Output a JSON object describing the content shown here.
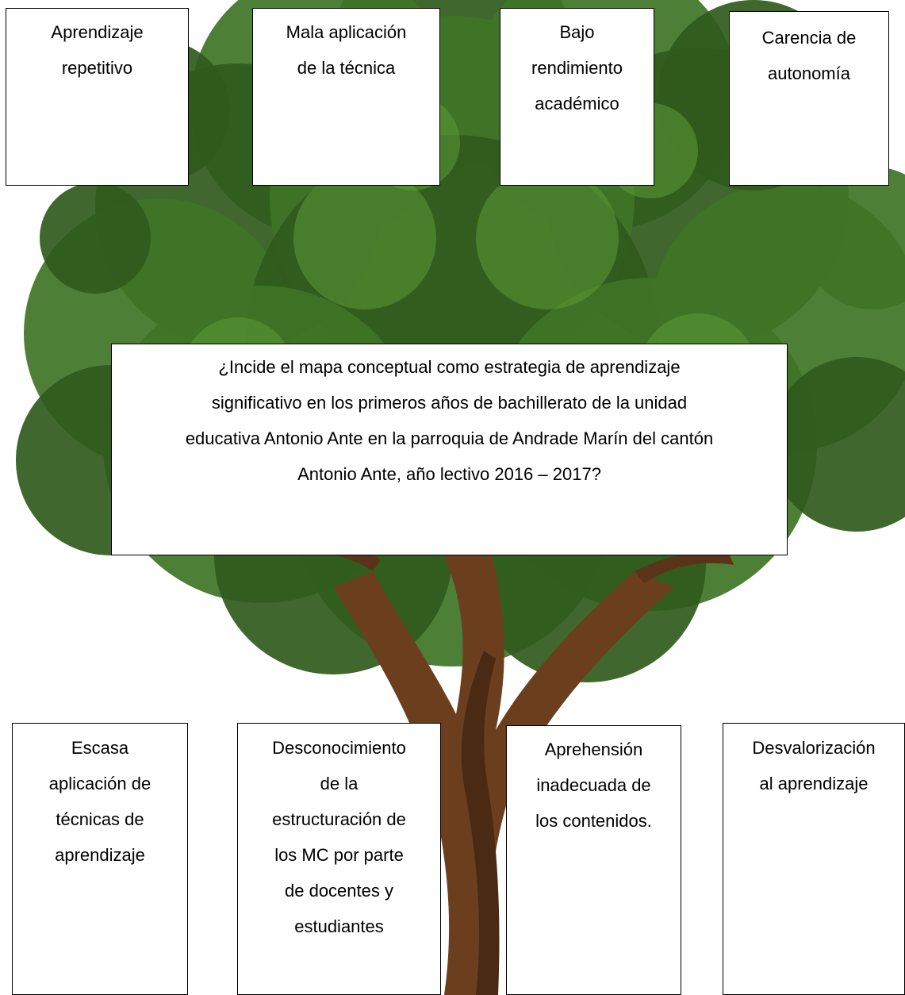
{
  "colors": {
    "foliage_dark": "#2f5a1c",
    "foliage_mid": "#3f7426",
    "foliage_light": "#5c9a36",
    "trunk": "#6b3f1e",
    "trunk_shadow": "#4a2a12",
    "box_border": "#000000",
    "box_fill": "#ffffff"
  },
  "effects": [
    {
      "text": "Aprendizaje\nrepetitivo"
    },
    {
      "text": "Mala aplicación\nde la técnica"
    },
    {
      "text": "Bajo\nrendimiento\nacadémico"
    },
    {
      "text": "Carencia de\nautonomía"
    }
  ],
  "problem": {
    "text": "¿Incide el mapa conceptual como estrategia de aprendizaje\nsignificativo en los primeros años de bachillerato de la unidad\neducativa Antonio Ante en la parroquia de Andrade Marín del cantón\nAntonio Ante, año lectivo 2016 – 2017?"
  },
  "causes": [
    {
      "text": "Escasa\naplicación de\ntécnicas de\naprendizaje"
    },
    {
      "text": "Desconocimiento\nde la\nestructuración de\nlos MC por parte\nde docentes y\nestudiantes"
    },
    {
      "text": "Aprehensión\ninadecuada de\nlos contenidos."
    },
    {
      "text": "Desvalorización\nal aprendizaje"
    }
  ]
}
